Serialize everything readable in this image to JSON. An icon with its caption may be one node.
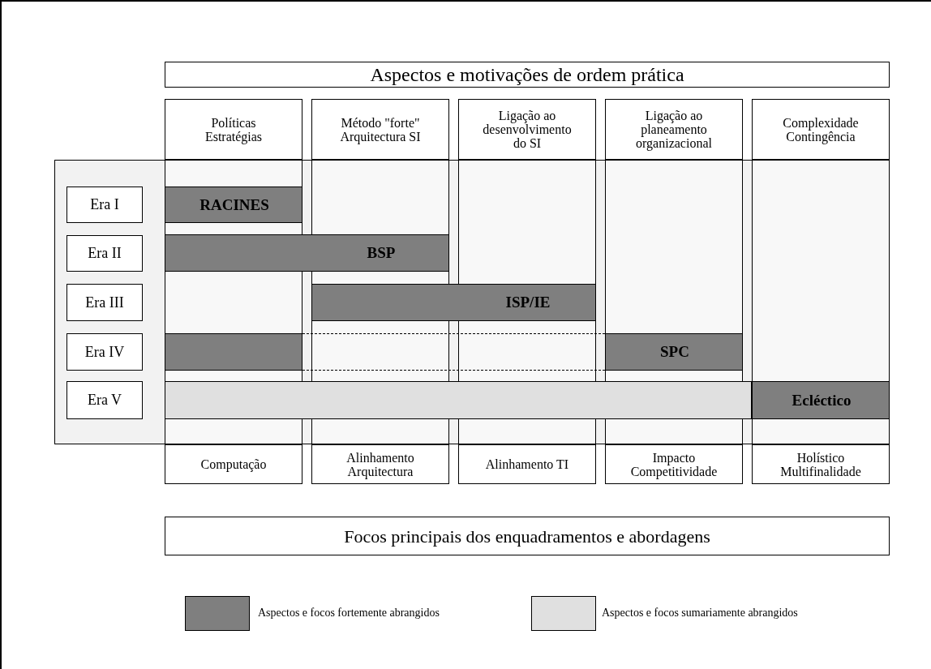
{
  "diagram": {
    "nodes": [
      {
        "text": [
          "Aspectos e motivações de ordem prática"
        ]
      },
      {
        "text": [
          "Políticas Estratégias"
        ]
      },
      {
        "text": [
          "Método \"forte\" Arquitectura SI"
        ]
      },
      {
        "text": [
          "Ligação ao desenvolvimento do SI"
        ]
      },
      {
        "text": [
          "Ligação ao planeamento organizacional"
        ]
      },
      {
        "text": [
          "Complexidade Contingência"
        ]
      },
      {
        "text": [],
        "shape": "box"
      },
      {
        "text": [
          "Era I"
        ],
        "in": 6
      },
      {
        "text": [
          "RACINES"
        ],
        "in": 6
      },
      {
        "text": [
          "Era II"
        ],
        "in": 6
      },
      {
        "text": [
          "BSP"
        ],
        "in": 6
      },
      {
        "text": [
          "Era III"
        ],
        "in": 6
      },
      {
        "text": [
          "ISP/IE"
        ],
        "in": 6
      },
      {
        "text": [
          "Era IV"
        ],
        "in": 6
      },
      {
        "text": [],
        "shape": "bar",
        "in": 6
      },
      {
        "text": [],
        "shape": "band",
        "in": 6
      },
      {
        "text": [
          "SPC"
        ],
        "in": 6
      },
      {
        "text": [
          "Era V"
        ],
        "in": 6
      },
      {
        "text": [],
        "shape": "bar",
        "in": 6
      },
      {
        "text": [
          "Ecléctico"
        ],
        "in": 6
      },
      {
        "text": [
          "Computação"
        ]
      },
      {
        "text": [
          "Alinhamento Arquitectura"
        ]
      },
      {
        "text": [
          "Alinhamento TI"
        ]
      },
      {
        "text": [
          "Impacto Competitividade"
        ]
      },
      {
        "text": [
          "Holístico Multifinalidade"
        ]
      },
      {
        "text": [
          "Focos principais dos enquadramentos e abordagens"
        ]
      }
    ],
    "edges": [],
    "legend": [
      {
        "text": "Aspectos e focos fortemente abrangidos",
        "color": "#7f7f7f"
      },
      {
        "text": "Aspectos e focos sumariamente abrangidos",
        "color": "#e0e0e0"
      }
    ]
  }
}
